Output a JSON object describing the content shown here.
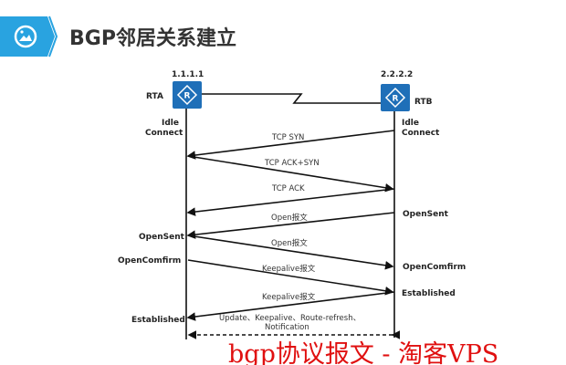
{
  "header": {
    "title": "BGP邻居关系建立",
    "icon": "image-icon"
  },
  "routers": {
    "rta": {
      "name": "RTA",
      "ip": "1.1.1.1"
    },
    "rtb": {
      "name": "RTB",
      "ip": "2.2.2.2"
    }
  },
  "states": {
    "rta": {
      "idle": "Idle",
      "connect": "Connect",
      "opensent": "OpenSent",
      "openconfirm": "OpenComfirm",
      "established": "Established"
    },
    "rtb": {
      "idle": "Idle",
      "connect": "Connect",
      "opensent": "OpenSent",
      "openconfirm": "OpenComfirm",
      "established": "Established"
    }
  },
  "messages": {
    "tcp_syn": "TCP SYN",
    "tcp_ack_syn": "TCP ACK+SYN",
    "tcp_ack": "TCP ACK",
    "open1": "Open报文",
    "open2": "Open报文",
    "keepalive1": "Keepalive报文",
    "keepalive2": "Keepalive报文",
    "update_line1": "Update、Keepalive、Route-refresh、",
    "update_line2": "Notification"
  },
  "watermark": "bgp协议报文 - 淘客VPS",
  "colors": {
    "accent": "#29a3e0",
    "router": "#1f6fb8",
    "watermark": "#e01010"
  }
}
